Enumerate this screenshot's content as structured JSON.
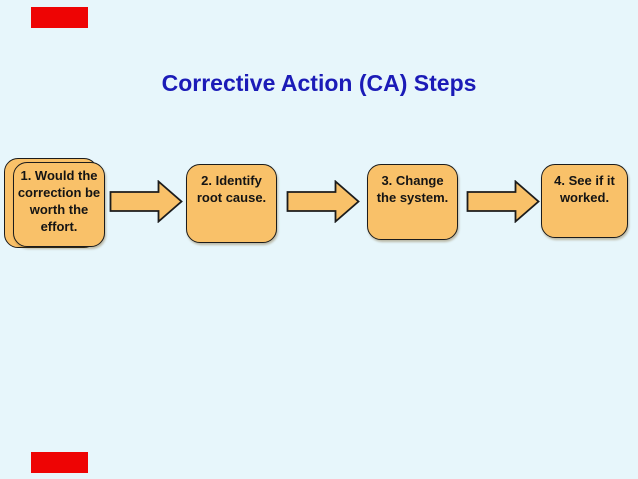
{
  "slide": {
    "title": "Corrective Action (CA) Steps",
    "steps": [
      {
        "label": "step-1",
        "lines": [
          "1. Would the",
          "correction be",
          "worth the",
          "effort."
        ]
      },
      {
        "label": "step-2",
        "lines": [
          "2. Identify",
          "root cause."
        ]
      },
      {
        "label": "step-3",
        "lines": [
          "3. Change",
          "the system."
        ]
      },
      {
        "label": "step-4",
        "lines": [
          "4. See if it",
          "worked."
        ]
      }
    ],
    "colors": {
      "background": "#E7F6FB",
      "box_fill": "#F9C169",
      "box_border": "#1C1C1C",
      "title_blue": "#1B1BB7",
      "text_black": "#141414",
      "accent_red": "#EE0404"
    }
  }
}
